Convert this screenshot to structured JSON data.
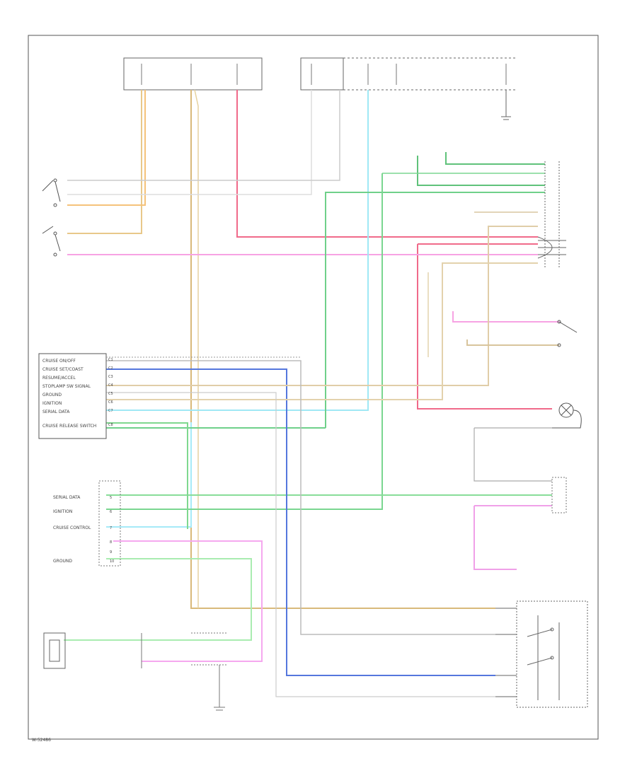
{
  "modules": {
    "ecm": [
      "CRUISE ON/OFF",
      "CRUISE SET/COAST",
      "RESUME/ACCEL",
      "STOPLAMP SW SIGNAL",
      "GROUND",
      "IGNITION",
      "SERIAL DATA",
      "CRUISE RELEASE SWITCH"
    ],
    "bcm": [
      "SERIAL DATA",
      "IGNITION",
      "CRUISE CONTROL",
      "GROUND"
    ],
    "pin_codes": [
      "C1",
      "C2",
      "C3",
      "C4",
      "C5",
      "C6",
      "C7",
      "C8"
    ],
    "wire_codes": [
      "5",
      "6",
      "7",
      "8",
      "9",
      "10"
    ]
  },
  "footer": {
    "code": "W-52486"
  }
}
